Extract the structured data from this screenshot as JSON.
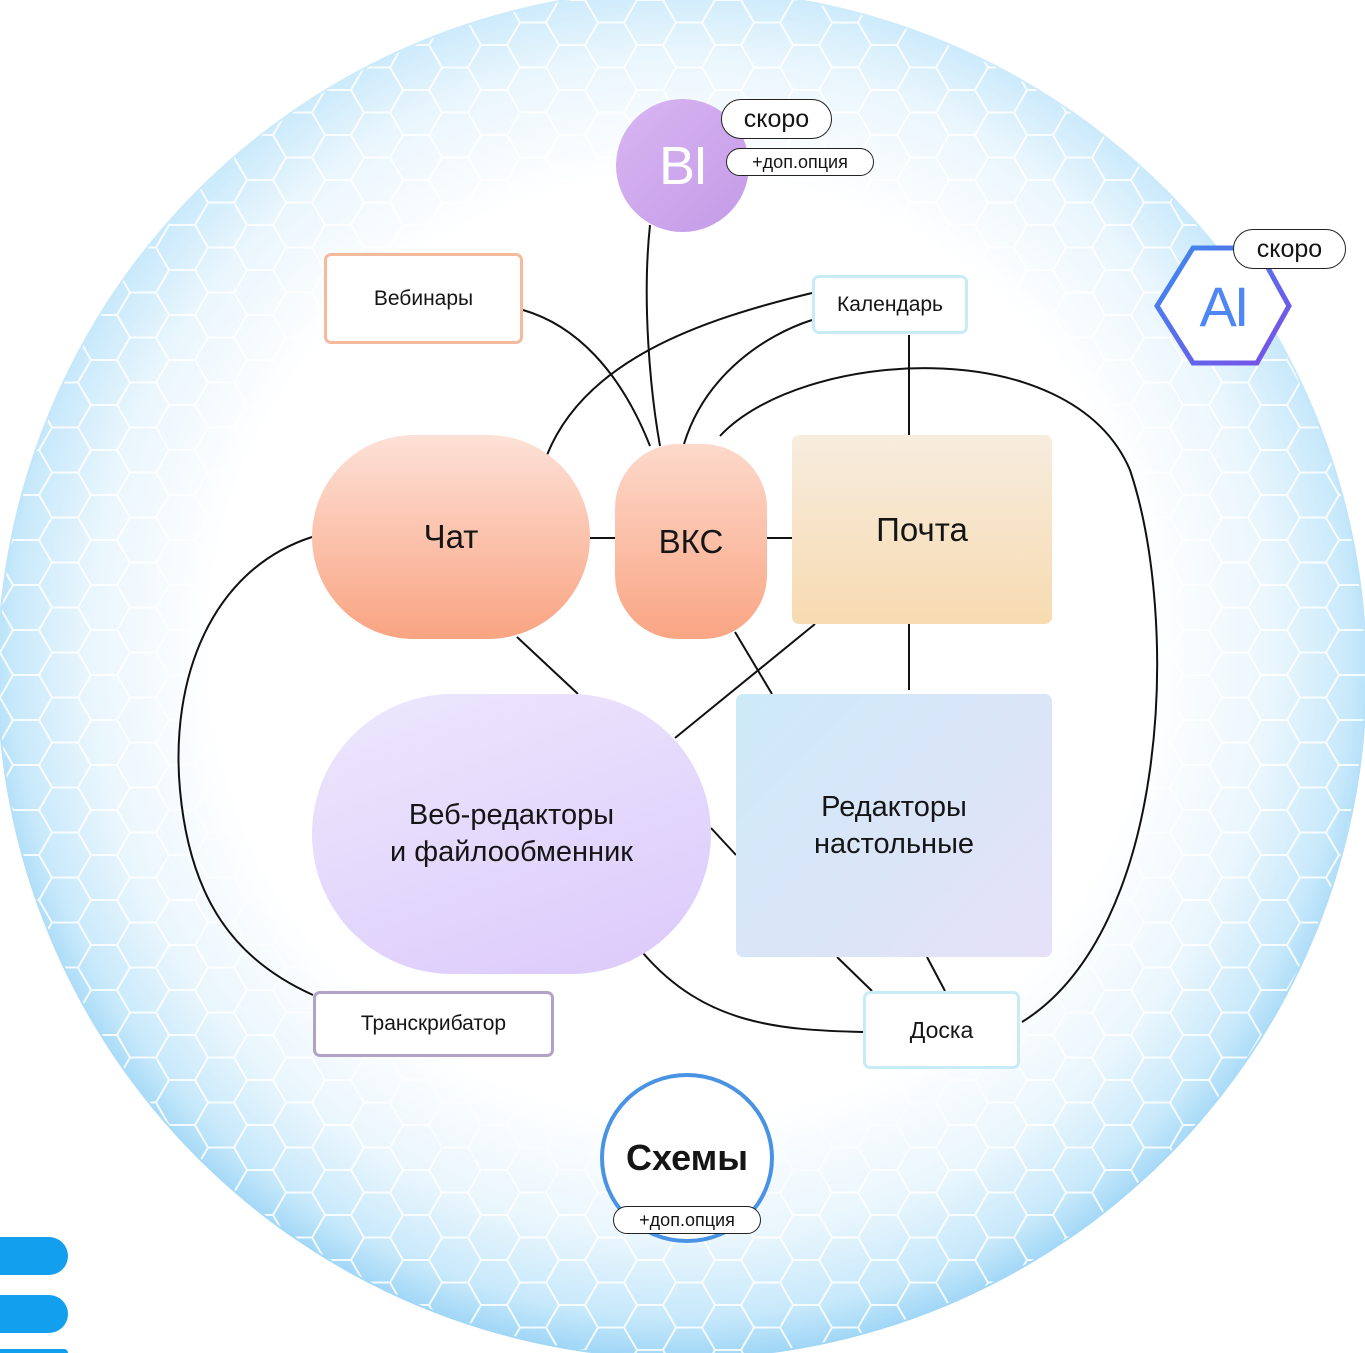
{
  "diagram": {
    "nodes": {
      "bi": {
        "label": "BI",
        "badge": "скоро",
        "option": "+доп.опция"
      },
      "ai": {
        "label": "AI",
        "badge": "скоро"
      },
      "webinars": {
        "label": "Вебинары"
      },
      "calendar": {
        "label": "Календарь"
      },
      "chat": {
        "label": "Чат"
      },
      "vks": {
        "label": "ВКС"
      },
      "mail": {
        "label": "Почта"
      },
      "web_editors": {
        "label_line1": "Веб-редакторы",
        "label_line2": "и файлообменник"
      },
      "desktop_editors": {
        "label_line1": "Редакторы",
        "label_line2": "настольные"
      },
      "transcriber": {
        "label": "Транскрибатор"
      },
      "board": {
        "label": "Доска"
      },
      "schemes": {
        "label": "Схемы",
        "option": "+доп.опция"
      }
    },
    "edges": [
      [
        "bi",
        "vks"
      ],
      [
        "webinars",
        "vks"
      ],
      [
        "calendar",
        "chat"
      ],
      [
        "calendar",
        "vks"
      ],
      [
        "calendar",
        "mail"
      ],
      [
        "chat",
        "vks"
      ],
      [
        "vks",
        "mail"
      ],
      [
        "vks",
        "board"
      ],
      [
        "chat",
        "web_editors"
      ],
      [
        "chat",
        "transcriber"
      ],
      [
        "mail",
        "web_editors"
      ],
      [
        "mail",
        "desktop_editors"
      ],
      [
        "web_editors",
        "desktop_editors"
      ],
      [
        "web_editors",
        "board"
      ],
      [
        "desktop_editors",
        "board"
      ]
    ]
  },
  "colors": {
    "sphere": "#bfe4fa",
    "chat": "#f9a482",
    "mail": "#f7dbb1",
    "web_editors": "#dcc9fb",
    "desktop_editors": "#cdeaf8",
    "bi": "#c9a2ea",
    "ai": "#4e87f5",
    "schemes_ring": "#4a93e4",
    "edge_bars": "#12a0ee"
  }
}
